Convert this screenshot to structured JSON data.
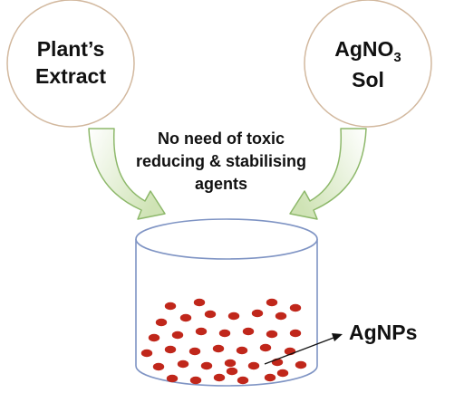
{
  "diagram": {
    "left_node": {
      "line1": "Plant’s",
      "line2": "Extract"
    },
    "right_node": {
      "line1": "AgNO",
      "subscript": "3",
      "line2": "Sol"
    },
    "center_text": {
      "line1": "No need of toxic",
      "line2": "reducing & stabilising",
      "line3": "agents"
    },
    "product_label": "AgNPs",
    "colors": {
      "circle_stroke": "#d2b89e",
      "arrow_fill_light": "#ffffff",
      "arrow_fill_dark": "#cfe3b5",
      "arrow_stroke": "#8db86a",
      "beaker_stroke": "#7f94c4",
      "nanoparticle": "#c0271b",
      "text": "#111111"
    },
    "nanoparticle_count": 38
  }
}
